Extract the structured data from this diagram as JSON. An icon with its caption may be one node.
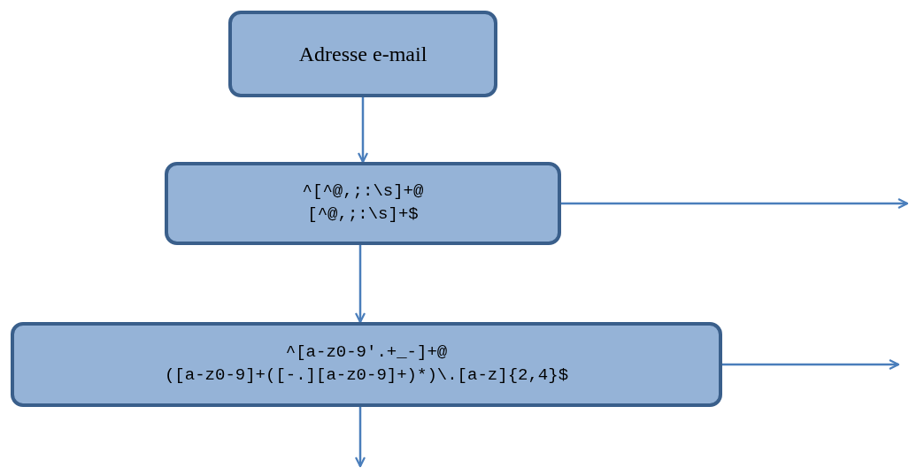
{
  "diagram": {
    "nodes": [
      {
        "text": [
          "Adresse e-mail"
        ]
      },
      {
        "text": [
          "^[^@,;:\\s]+@ [^@,;:\\s]+$"
        ]
      },
      {
        "text": [
          "^[a-z0-9'.+_-]+@ ([a-z0-9]+([-.][a-z0-9]+)*)\\.[a-z]{2,4}$"
        ]
      }
    ],
    "edges": [
      {
        "from": 0,
        "to": 1,
        "arrow": "to"
      },
      {
        "from": 1,
        "to": 2,
        "arrow": "to"
      },
      {
        "from": 1,
        "to": null,
        "arrow": "to"
      },
      {
        "from": 2,
        "to": null,
        "arrow": "to"
      },
      {
        "from": 2,
        "to": null,
        "arrow": "to"
      }
    ]
  }
}
